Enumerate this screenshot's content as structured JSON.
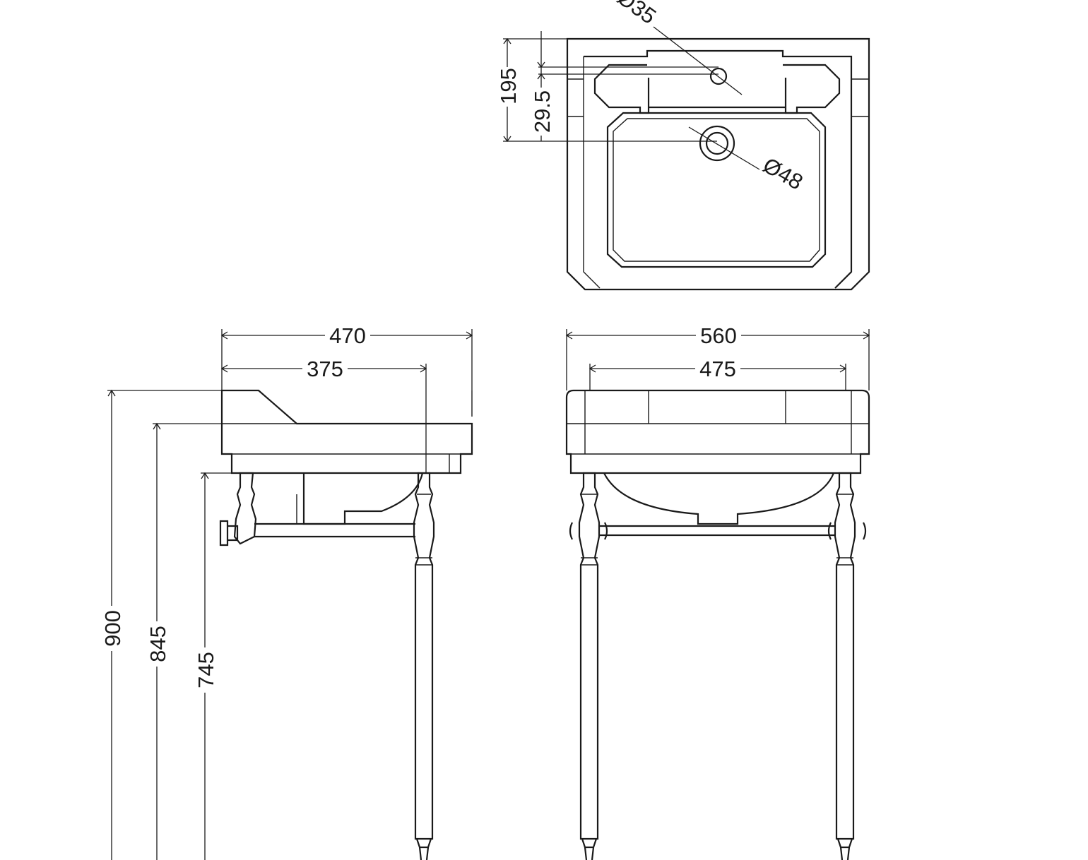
{
  "dimensions": {
    "outer_width_side": "470",
    "inner_width_side": "375",
    "outer_width_front": "560",
    "inner_width_front": "475",
    "height_total": "900",
    "height_rim": "845",
    "height_underside": "745",
    "top_depth": "195",
    "tap_offset": "29.5",
    "tap_hole_dia": "Ø35",
    "waste_dia": "Ø48"
  },
  "colors": {
    "line": "#1a1a1a",
    "background": "#ffffff"
  }
}
